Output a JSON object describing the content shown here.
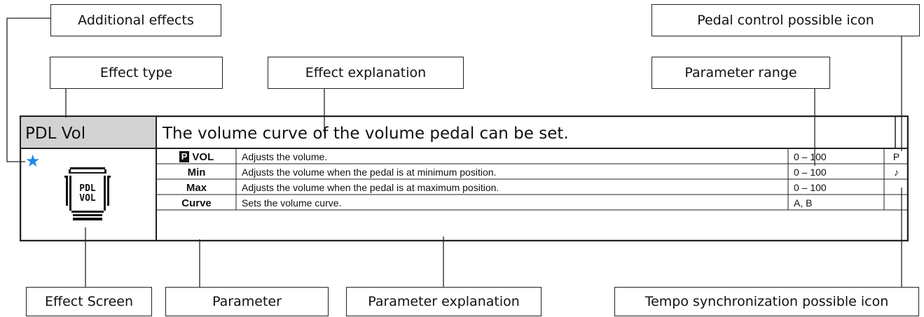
{
  "callouts": {
    "additional_effects": "Additional effects",
    "effect_type": "Effect type",
    "effect_explanation": "Effect explanation",
    "parameter_range": "Parameter range",
    "pedal_control_icon": "Pedal control possible icon",
    "effect_screen": "Effect Screen",
    "parameter": "Parameter",
    "parameter_explanation": "Parameter explanation",
    "tempo_sync_icon": "Tempo synchronization possible icon"
  },
  "effect": {
    "name": "PDL Vol",
    "explanation": "The volume curve of the volume pedal can be set.",
    "screen_text_line1": "PDL",
    "screen_text_line2": "VOL",
    "additional_marker": "★"
  },
  "parameters": [
    {
      "badge": "P",
      "name": "VOL",
      "desc": "Adjusts the volume.",
      "range": "0 – 100",
      "icon": "P"
    },
    {
      "badge": "",
      "name": "Min",
      "desc": "Adjusts the volume when the pedal is at minimum position.",
      "range": "0 – 100",
      "icon": "♪"
    },
    {
      "badge": "",
      "name": "Max",
      "desc": "Adjusts the volume when the pedal is at maximum position.",
      "range": "0 – 100",
      "icon": ""
    },
    {
      "badge": "",
      "name": "Curve",
      "desc": "Sets the volume curve.",
      "range": "A, B",
      "icon": ""
    }
  ],
  "colors": {
    "header_bg": "#d2d2d2",
    "star": "#1e88e5",
    "border": "#222222"
  }
}
